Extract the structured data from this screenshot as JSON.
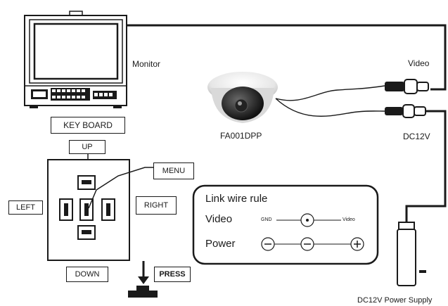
{
  "labels": {
    "monitor": "Monitor",
    "camera": "FA001DPP",
    "video": "Video",
    "dc12v": "DC12V",
    "power_supply": "DC12V Power Supply"
  },
  "keyboard": {
    "title": "KEY BOARD",
    "up": "UP",
    "down": "DOWN",
    "left": "LEFT",
    "right": "RIGHT",
    "menu": "MENU",
    "press": "PRESS"
  },
  "link_rule": {
    "title": "Link wire rule",
    "video_label": "Video",
    "power_label": "Power",
    "gnd": "GND",
    "video_pin": "Video"
  }
}
